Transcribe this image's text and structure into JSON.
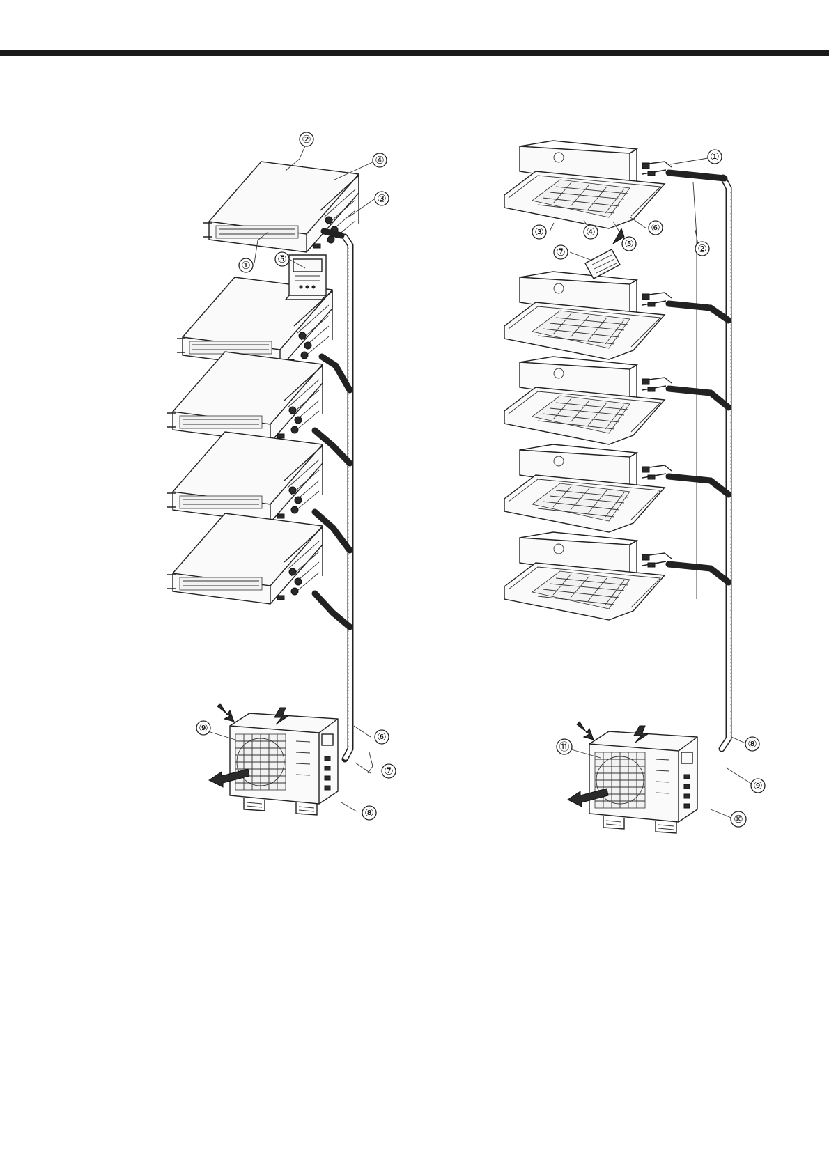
{
  "left_diagram": {
    "callouts": [
      "②",
      "④",
      "③",
      "①",
      "⑤",
      "⑨",
      "⑥",
      "⑦",
      "⑧"
    ]
  },
  "right_diagram": {
    "callouts": [
      "①",
      "②",
      "③",
      "④",
      "⑤",
      "⑥",
      "⑦",
      "⑪",
      "⑧",
      "⑨",
      "⑩"
    ]
  }
}
